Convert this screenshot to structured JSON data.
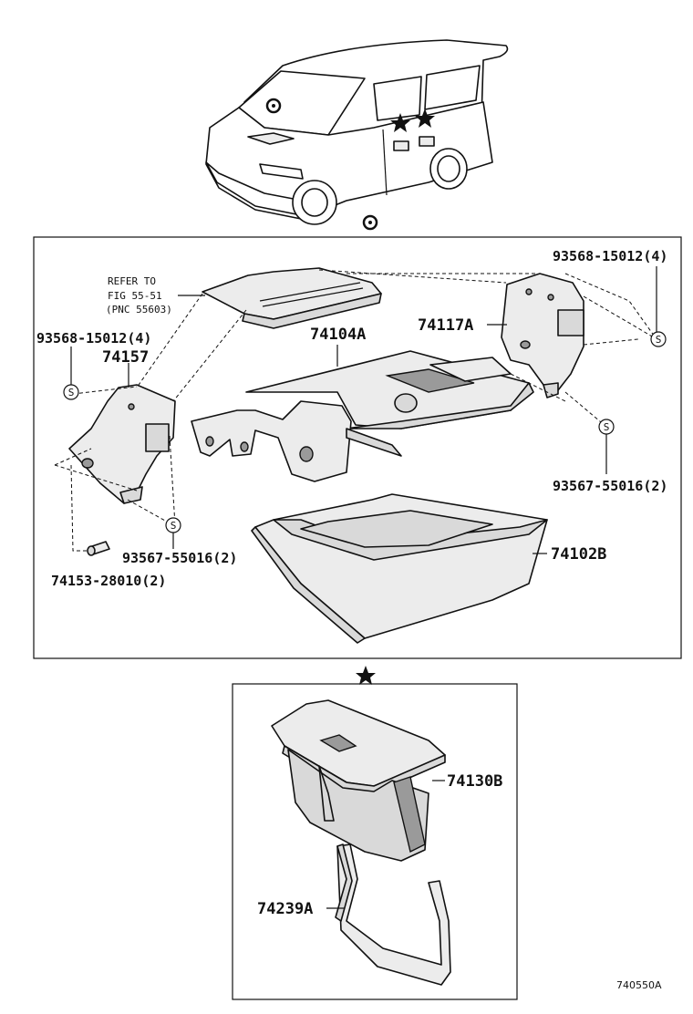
{
  "labels": {
    "refer_line1": "REFER TO",
    "refer_line2": "FIG 55-51",
    "refer_line3": "(PNC 55603)",
    "part_93568_left": "93568-15012(4)",
    "part_74157": "74157",
    "part_74104A": "74104A",
    "part_93568_right": "93568-15012(4)",
    "part_74117A": "74117A",
    "part_93567_right": "93567-55016(2)",
    "part_93567_left": "93567-55016(2)",
    "part_74153": "74153-28010(2)",
    "part_74102B": "74102B",
    "part_74130B": "74130B",
    "part_74239A": "74239A",
    "screw_symbol": "S",
    "diagram_code": "740550A"
  },
  "icons": {
    "location_mark": "target-circle-icon",
    "star_mark": "star-icon"
  }
}
